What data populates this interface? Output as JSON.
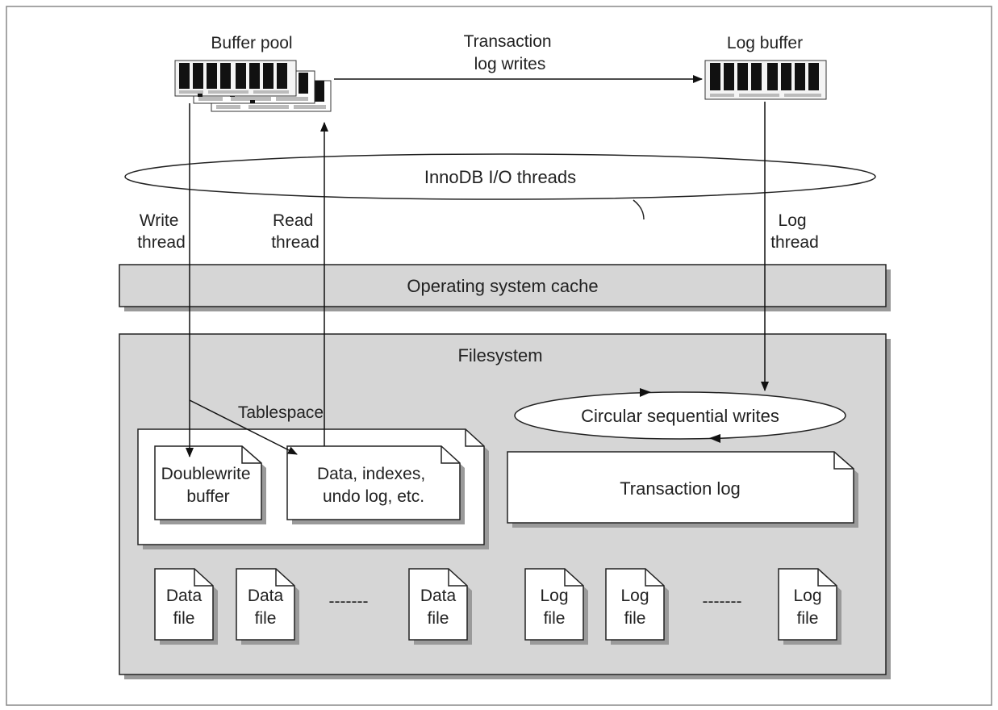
{
  "labels": {
    "buffer_pool": "Buffer pool",
    "transaction_log_writes": [
      "Transaction",
      "log writes"
    ],
    "log_buffer": "Log buffer",
    "innodb_io_threads": "InnoDB I/O threads",
    "write_thread": [
      "Write",
      "thread"
    ],
    "read_thread": [
      "Read",
      "thread"
    ],
    "log_thread": [
      "Log",
      "thread"
    ],
    "operating_system_cache": "Operating system cache",
    "filesystem": "Filesystem",
    "tablespace": "Tablespace",
    "doublewrite_buffer": [
      "Doublewrite",
      "buffer"
    ],
    "data_indexes": [
      "Data, indexes,",
      "undo log, etc."
    ],
    "circular_sequential_writes": "Circular sequential writes",
    "transaction_log": "Transaction log",
    "data_file": [
      "Data",
      "file"
    ],
    "log_file": [
      "Log",
      "file"
    ],
    "ellipsis": "-------"
  },
  "colors": {
    "shaded_box": "#d6d6d6",
    "shadow": "#9a9a9a",
    "stroke": "#222222",
    "memory_chip": "#111111"
  },
  "icons": [
    "memory-module-icon",
    "document-icon"
  ]
}
